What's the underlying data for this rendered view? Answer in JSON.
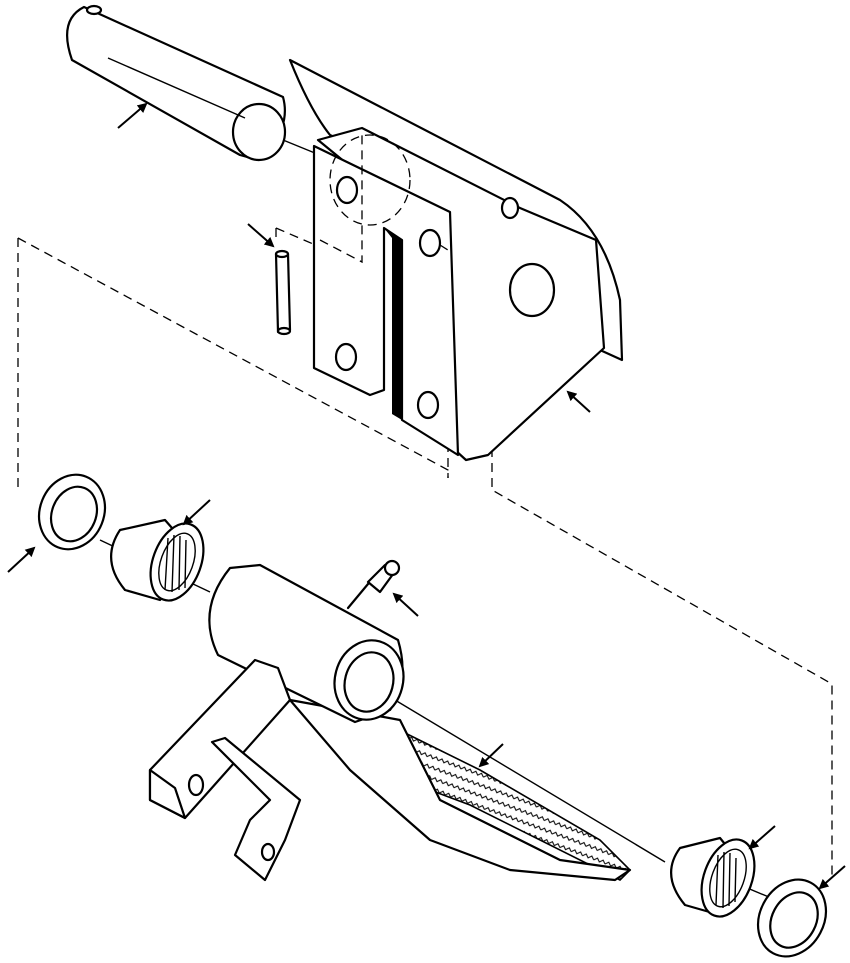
{
  "diagram": {
    "parts": [
      {
        "id": "pivot-pin",
        "icon": "pin-icon"
      },
      {
        "id": "mounting-bracket",
        "icon": "bracket-icon"
      },
      {
        "id": "roll-pin",
        "icon": "roll-pin-icon"
      },
      {
        "id": "seal-left",
        "icon": "seal-icon"
      },
      {
        "id": "bearing-left",
        "icon": "needle-bearing-icon"
      },
      {
        "id": "grease-fitting",
        "icon": "grease-fitting-icon"
      },
      {
        "id": "pedal-arm",
        "icon": "pedal-icon"
      },
      {
        "id": "bearing-right",
        "icon": "needle-bearing-icon"
      },
      {
        "id": "seal-right",
        "icon": "seal-icon"
      }
    ],
    "colors": {
      "line": "#000000",
      "background": "#ffffff"
    }
  }
}
